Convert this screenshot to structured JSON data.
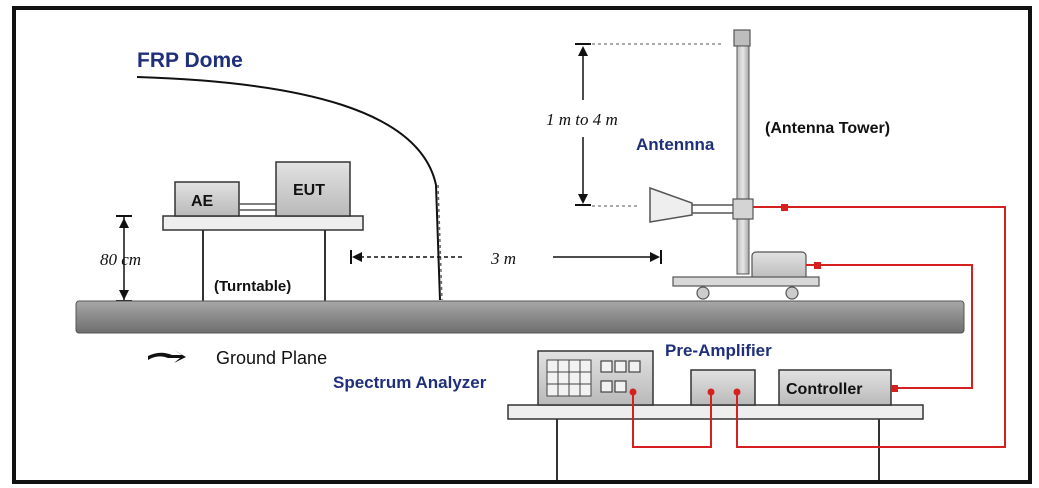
{
  "labels": {
    "frp_dome": "FRP Dome",
    "ae": "AE",
    "eut": "EUT",
    "turntable": "(Turntable)",
    "height_80": "80 cm",
    "distance_3m": "3 m",
    "antenna_range": "1 m to 4 m",
    "antenna": "Antennna",
    "antenna_tower": "(Antenna Tower)",
    "ground_plane": "Ground Plane",
    "pre_amplifier": "Pre-Amplifier",
    "spectrum_analyzer": "Spectrum Analyzer",
    "controller": "Controller"
  },
  "colors": {
    "border": "#111111",
    "ground": "#8c8c8c",
    "equipment": "#cfcfcf",
    "cable": "#d62020",
    "label_blue": "#1f2f7a"
  }
}
